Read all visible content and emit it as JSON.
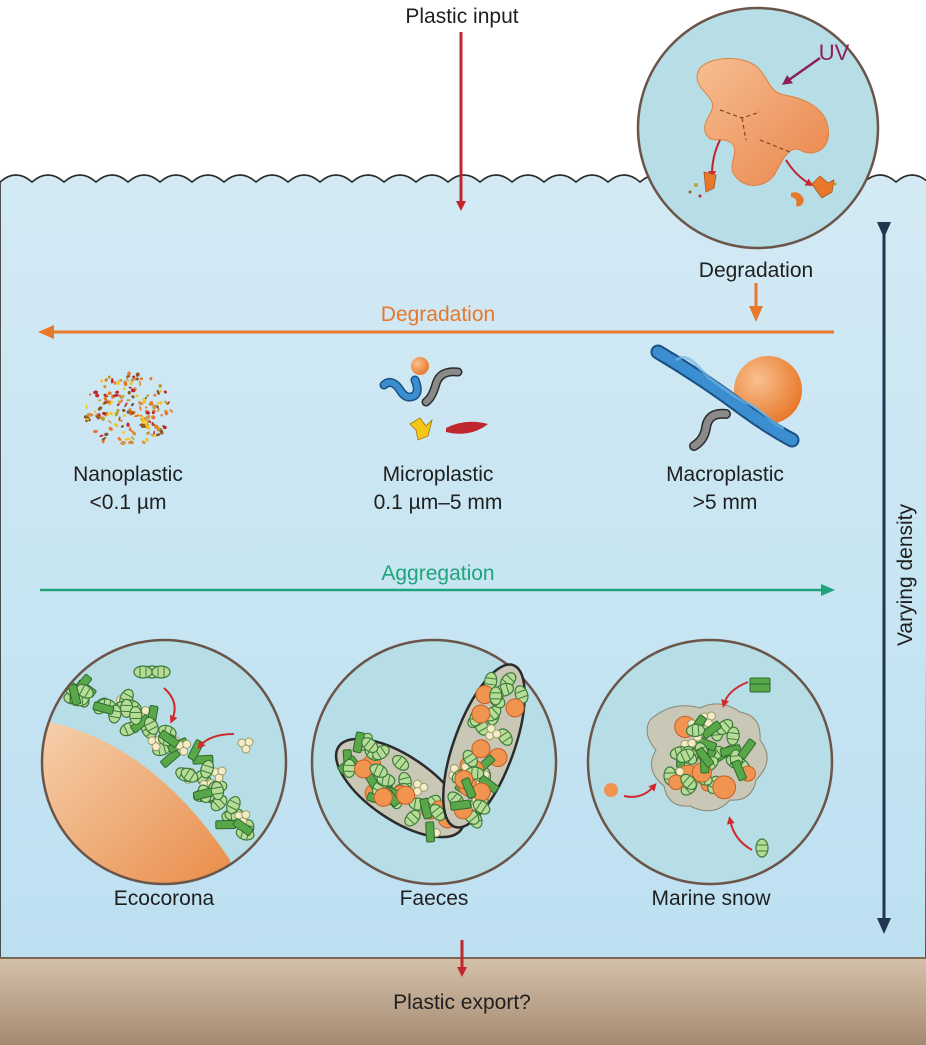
{
  "labels": {
    "plastic_input": "Plastic input",
    "uv": "UV",
    "degradation_top": "Degradation",
    "degradation_arrow": "Degradation",
    "nanoplastic_name": "Nanoplastic",
    "nanoplastic_size": "<0.1 µm",
    "microplastic_name": "Microplastic",
    "microplastic_size": "0.1 µm–5 mm",
    "macroplastic_name": "Macroplastic",
    "macroplastic_size": ">5 mm",
    "aggregation": "Aggregation",
    "varying_density": "Varying density",
    "ecocorona": "Ecocorona",
    "faeces": "Faeces",
    "marine_snow": "Marine snow",
    "plastic_export": "Plastic export?"
  },
  "colors": {
    "water_top": "#cfe8f3",
    "water_bottom": "#bfe1f2",
    "sediment": "#c9b39a",
    "plastic_orange": "#f0944f",
    "arrow_red": "#c0262d",
    "degradation_orange": "#e8782a",
    "aggregation_green": "#1fa37a",
    "density_navy": "#1f3550",
    "uv_purple": "#8b1f5a",
    "circle_fill": "#b7dde6",
    "circle_stroke": "#6b5548",
    "algae_green": "#a8d48a",
    "fibre_blue": "#3b8fd0"
  }
}
